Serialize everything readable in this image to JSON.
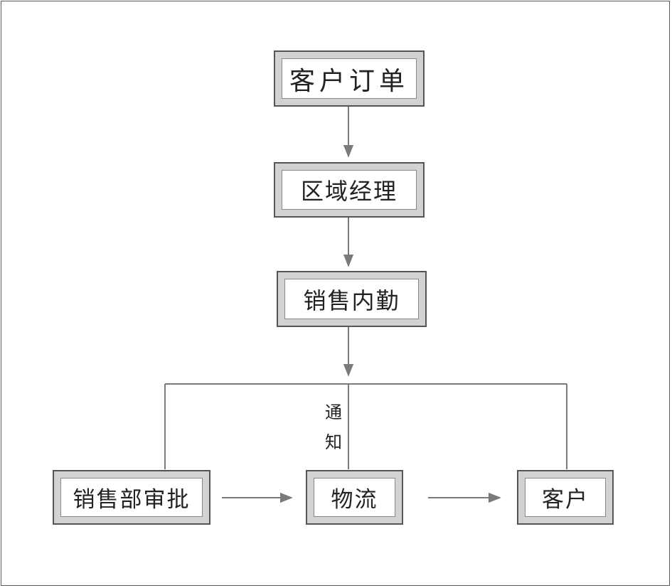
{
  "nodes": {
    "customer_order": "客户订单",
    "regional_manager": "区域经理",
    "sales_support": "销售内勤",
    "sales_dept_approval": "销售部审批",
    "logistics": "物流",
    "customer": "客户"
  },
  "edge_labels": {
    "notify_top": "通",
    "notify_bottom": "知"
  },
  "colors": {
    "line": "#7a7a7a",
    "bevel": "#d2d2d2",
    "border": "#555555"
  }
}
